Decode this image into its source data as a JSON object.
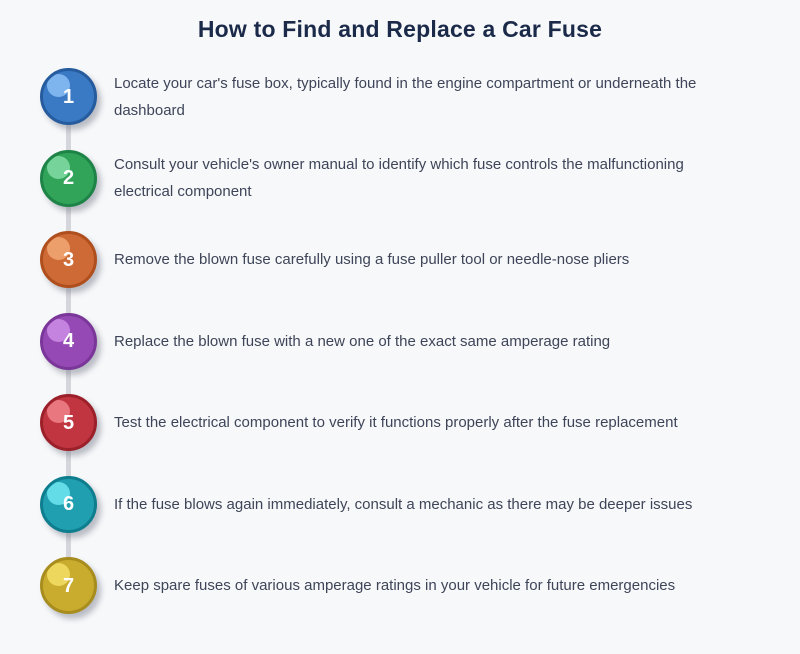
{
  "title": "How to Find and Replace a Car Fuse",
  "colors": {
    "background": "#f7f8fa",
    "title_text": "#1c2a4a",
    "step_text": "#3e4558",
    "connector": "#d5d6db",
    "step_number_text": "#ffffff"
  },
  "steps": [
    {
      "number": "1",
      "text": "Locate your car's fuse box, typically found in the engine compartment or underneath the dashboard",
      "fill": "#3a79c3",
      "border": "#265c9e",
      "highlight": "#7fb5ef"
    },
    {
      "number": "2",
      "text": "Consult your vehicle's owner manual to identify which fuse controls the malfunctioning electrical component",
      "fill": "#31a45a",
      "border": "#1e8346",
      "highlight": "#76d49a"
    },
    {
      "number": "3",
      "text": "Remove the blown fuse carefully using a fuse puller tool or needle-nose pliers",
      "fill": "#ce6a36",
      "border": "#af4f1d",
      "highlight": "#ec9e6b"
    },
    {
      "number": "4",
      "text": "Replace the blown fuse with a new one of the exact same amperage rating",
      "fill": "#9549b4",
      "border": "#7b3699",
      "highlight": "#c583e0"
    },
    {
      "number": "5",
      "text": "Test the electrical component to verify it functions properly after the fuse replacement",
      "fill": "#c03540",
      "border": "#9c2029",
      "highlight": "#e97780"
    },
    {
      "number": "6",
      "text": "If the fuse blows again immediately, consult a mechanic as there may be deeper issues",
      "fill": "#1f9faf",
      "border": "#0e7d8e",
      "highlight": "#63dce8"
    },
    {
      "number": "7",
      "text": "Keep spare fuses of various amperage ratings in your vehicle for future emergencies",
      "fill": "#c9ac2e",
      "border": "#a78c1e",
      "highlight": "#edd75c"
    }
  ]
}
